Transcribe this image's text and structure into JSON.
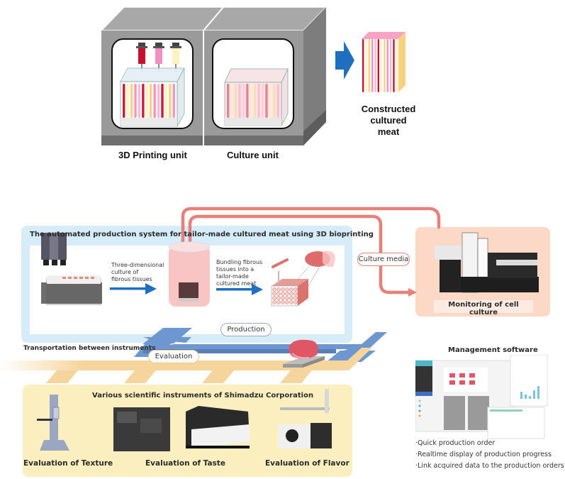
{
  "top_diagram": {
    "units": [
      {
        "label": "3D Printing unit"
      },
      {
        "label": "Culture unit"
      }
    ],
    "syringe_colors": [
      "#c8102e",
      "#f28fbe",
      "#fbf3c0"
    ],
    "output_label_line1": "Constructed",
    "output_label_line2": "cultured meat",
    "arrow_color": "#1f6fc1"
  },
  "production_system": {
    "title": "The automated production system for tailor-made cultured meat using 3D bioprinting",
    "step1_text": [
      "Three-dimensional",
      "culture of",
      "fibrous tissues"
    ],
    "step2_text": [
      "Bundling fibrous",
      "tissues into a",
      "tailor-made",
      "cultured meat"
    ],
    "panel_color": "#d6ecf9"
  },
  "monitoring": {
    "flow_label": "Culture media",
    "caption": "Monitoring of cell culture",
    "panel_color": "#fbd9c6",
    "pipe_color": "#e8807a"
  },
  "transport": {
    "label": "Transportation between instruments",
    "production_label": "Production",
    "evaluation_label": "Evaluation",
    "production_track_color": "#6f97cf",
    "evaluation_track_color": "#f6d59c"
  },
  "instruments": {
    "title": "Various scientific instruments of Shimadzu Corporation",
    "captions": [
      "Evaluation of Texture",
      "Evaluation of Taste",
      "Evaluation of Flavor"
    ],
    "panel_color": "#fcefbf"
  },
  "software": {
    "title": "Management software",
    "features": [
      "·Quick production order",
      "·Realtime display of production progress",
      "·Link acquired data to the production orders"
    ]
  }
}
